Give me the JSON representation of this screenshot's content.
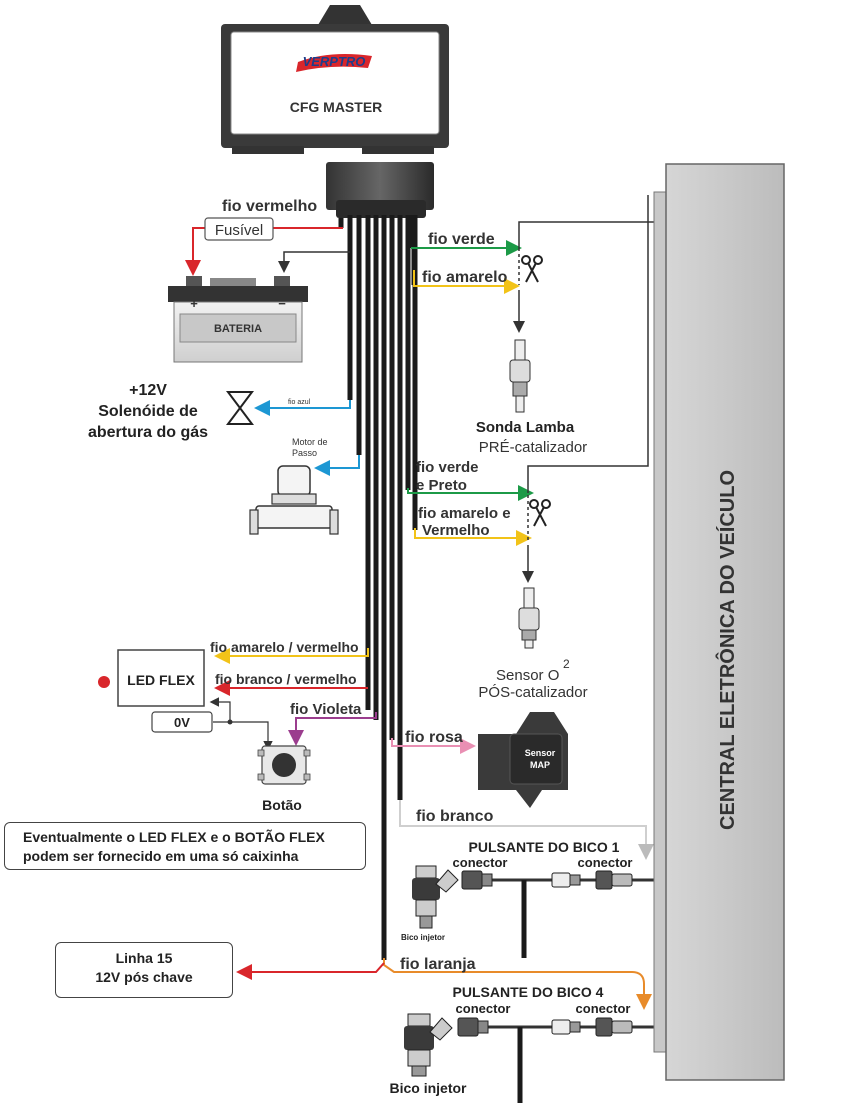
{
  "module": {
    "brand": "VERPTRO",
    "model": "CFG MASTER"
  },
  "ecu": {
    "label": "CENTRAL ELETRÔNICA DO VEÍCULO"
  },
  "wires": {
    "red": "fio vermelho",
    "fuse": "Fusível",
    "battery": "BATERIA",
    "battery_plus": "+",
    "battery_minus": "−",
    "blue": "fio azul",
    "green": "fio verde",
    "yellow": "fio amarelo",
    "green_black_1": "fio verde",
    "green_black_2": "e Preto",
    "yellow_red_1": "fio amarelo e",
    "yellow_red_2": "Vermelho",
    "yellow_red_led": "fio amarelo / vermelho",
    "white_red_led": "fio branco / vermelho",
    "violet": "fio Violeta",
    "pink": "fio rosa",
    "white": "fio branco",
    "orange": "fio laranja"
  },
  "components": {
    "solenoid_1": "+12V",
    "solenoid_2": "Solenóide de",
    "solenoid_3": "abertura do gás",
    "motor_1": "Motor de",
    "motor_2": "Passo",
    "lambda_1": "Sonda Lamba",
    "lambda_2": "PRÉ-catalizador",
    "o2_1": "Sensor O",
    "o2_sup": "2",
    "o2_2": "PÓS-catalizador",
    "map_1": "Sensor",
    "map_2": "MAP",
    "led_flex": "LED FLEX",
    "zero_v": "0V",
    "button": "Botão",
    "pulse1": "PULSANTE DO BICO 1",
    "pulse4": "PULSANTE DO BICO 4",
    "connector": "conector",
    "injector_small": "Bico injetor",
    "injector_big": "Bico injetor"
  },
  "notes": {
    "flex_1": "Eventualmente o LED FLEX e o BOTÃO FLEX",
    "flex_2": "podem ser fornecido em uma só caixinha",
    "line15_1": "Linha 15",
    "line15_2": "12V pós chave"
  },
  "colors": {
    "red": "#d9262b",
    "green": "#1c9a47",
    "yellow": "#f2c318",
    "blue": "#1d97d3",
    "violet": "#9b3d8e",
    "pink": "#e98fb3",
    "orange": "#e88b2a",
    "white": "#cfcfcf",
    "brand_red": "#d9262b",
    "brand_blue": "#1f3d8a"
  }
}
